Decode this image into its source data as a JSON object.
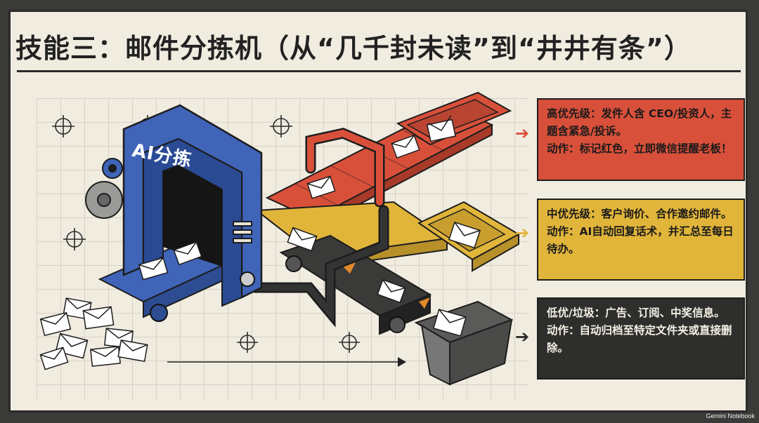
{
  "title": "技能三：邮件分拣机（从“几千封未读”到“井井有条”）",
  "machine_label": "AI分拣",
  "colors": {
    "red": "#d9503a",
    "yellow": "#e1b53a",
    "black": "#2e2e2c",
    "blue": "#3f64b8",
    "paper": "#f1ece0"
  },
  "cards": {
    "high": {
      "line1": "高优先级：发件人含 CEO/投资人，主题含紧急/投诉。",
      "line2": "动作：标记红色，立即微信提醒老板！"
    },
    "mid": {
      "line1": "中优先级：客户询价、合作邀约邮件。",
      "line2": "动作：AI自动回复话术，并汇总至每日待办。"
    },
    "low": {
      "line1": "低优/垃圾：广告、订阅、中奖信息。",
      "line2": "动作：自动归档至特定文件夹或直接删除。"
    }
  },
  "watermark": "Gemini Notebook"
}
